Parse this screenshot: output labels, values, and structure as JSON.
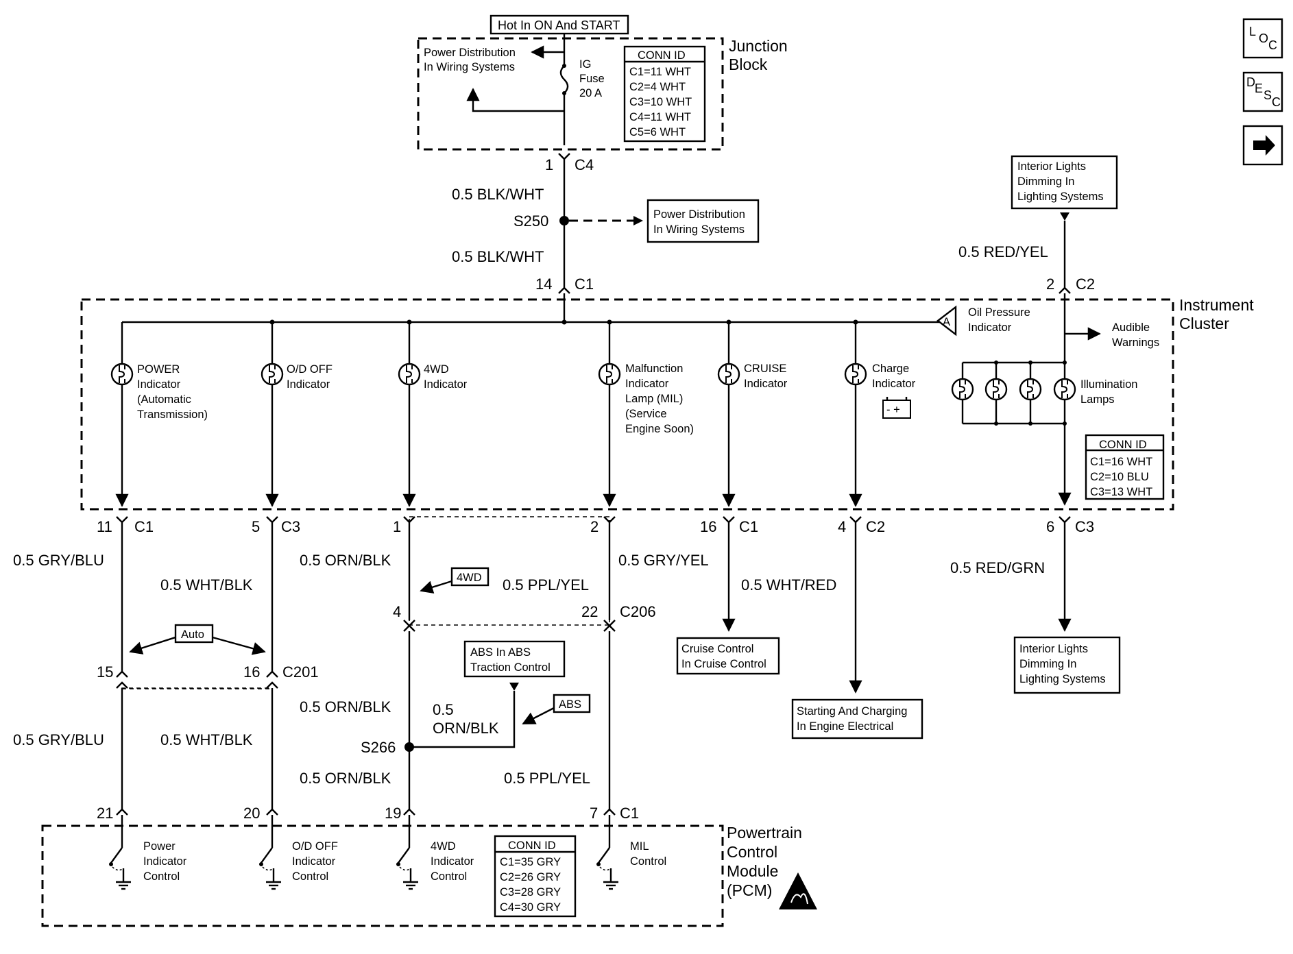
{
  "nav": {
    "loc": {
      "a": "L",
      "b": "O",
      "c": "C"
    },
    "desc": {
      "a": "D",
      "b": "E",
      "c": "S",
      "d": "C"
    },
    "next_icon": "right-arrow-icon"
  },
  "junction_block": {
    "hot_label": "Hot In ON And START",
    "title_line1": "Junction",
    "title_line2": "Block",
    "power_dist_line1": "Power Distribution",
    "power_dist_line2": "In Wiring Systems",
    "fuse_line1": "IG",
    "fuse_line2": "Fuse",
    "fuse_line3": "20 A",
    "conn_header": "CONN ID",
    "conn_rows": [
      "C1=11 WHT",
      "C2=4 WHT",
      "C3=10 WHT",
      "C4=11 WHT",
      "C5=6 WHT"
    ]
  },
  "feed": {
    "pin_top": "1",
    "conn_top": "C4",
    "wire_upper": "0.5 BLK/WHT",
    "splice": "S250",
    "pd_line1": "Power Distribution",
    "pd_line2": "In Wiring Systems",
    "wire_lower": "0.5 BLK/WHT",
    "pin_ic": "14",
    "conn_ic": "C1"
  },
  "dimming_in": {
    "line1": "Interior Lights",
    "line2": "Dimming In",
    "line3": "Lighting Systems",
    "wire": "0.5 RED/YEL",
    "pin": "2",
    "conn": "C2"
  },
  "cluster": {
    "title_line1": "Instrument",
    "title_line2": "Cluster",
    "oil_symbol": "A",
    "oil_line1": "Oil Pressure",
    "oil_line2": "Indicator",
    "audible_line1": "Audible",
    "audible_line2": "Warnings",
    "illum_line1": "Illumination",
    "illum_line2": "Lamps",
    "battery_symbol": "- +",
    "conn_header": "CONN ID",
    "conn_rows": [
      "C1=16 WHT",
      "C2=10 BLU",
      "C3=13 WHT"
    ],
    "power": [
      "POWER",
      "Indicator",
      "(Automatic",
      "Transmission)"
    ],
    "od": [
      "O/D OFF",
      "Indicator"
    ],
    "fourwd": [
      "4WD",
      "Indicator"
    ],
    "mil": [
      "Malfunction",
      "Indicator",
      "Lamp (MIL)",
      "(Service",
      "Engine Soon)"
    ],
    "cruise": [
      "CRUISE",
      "Indicator"
    ],
    "charge": [
      "Charge",
      "Indicator"
    ]
  },
  "cluster_pins": {
    "p11": "11",
    "c1a": "C1",
    "p5": "5",
    "c3a": "C3",
    "p1": "1",
    "p2": "2",
    "p16": "16",
    "c1b": "C1",
    "p4": "4",
    "c2b": "C2",
    "p6": "6",
    "c3b": "C3"
  },
  "wires": {
    "gry_blu_1": "0.5 GRY/BLU",
    "wht_blk_1": "0.5 WHT/BLK",
    "orn_blk_1": "0.5 ORN/BLK",
    "ppl_yel_1": "0.5 PPL/YEL",
    "gry_yel": "0.5 GRY/YEL",
    "wht_red": "0.5 WHT/RED",
    "red_grn": "0.5 RED/GRN",
    "gry_blu_2": "0.5 GRY/BLU",
    "wht_blk_2": "0.5 WHT/BLK",
    "orn_blk_2": "0.5 ORN/BLK",
    "orn_blk_abs_a": "0.5",
    "orn_blk_abs_b": "ORN/BLK",
    "orn_blk_3": "0.5 ORN/BLK",
    "ppl_yel_2": "0.5 PPL/YEL"
  },
  "option_tags": {
    "fourwd": "4WD",
    "auto": "Auto",
    "abs": "ABS"
  },
  "c206": {
    "p4": "4",
    "p22": "22",
    "conn": "C206"
  },
  "c201": {
    "p15": "15",
    "p16": "16",
    "conn": "C201"
  },
  "splice_s266": "S266",
  "abs_box": {
    "line1": "ABS In ABS",
    "line2": "Traction Control"
  },
  "destinations": {
    "cruise_line1": "Cruise Control",
    "cruise_line2": "In Cruise Control",
    "charging_line1": "Starting And Charging",
    "charging_line2": "In Engine Electrical",
    "dimming_line1": "Interior Lights",
    "dimming_line2": "Dimming In",
    "dimming_line3": "Lighting Systems"
  },
  "pcm_pins": {
    "p21": "21",
    "p20": "20",
    "p19": "19",
    "p7": "7",
    "conn": "C1"
  },
  "pcm": {
    "title": [
      "Powertrain",
      "Control",
      "Module",
      "(PCM)"
    ],
    "power_ctrl": [
      "Power",
      "Indicator",
      "Control"
    ],
    "od_ctrl": [
      "O/D OFF",
      "Indicator",
      "Control"
    ],
    "fourwd_ctrl": [
      "4WD",
      "Indicator",
      "Control"
    ],
    "mil_ctrl": [
      "MIL",
      "Control"
    ],
    "conn_header": "CONN ID",
    "conn_rows": [
      "C1=35 GRY",
      "C2=26 GRY",
      "C3=28 GRY",
      "C4=30 GRY"
    ],
    "esd_icon": "esd-warning-icon"
  }
}
